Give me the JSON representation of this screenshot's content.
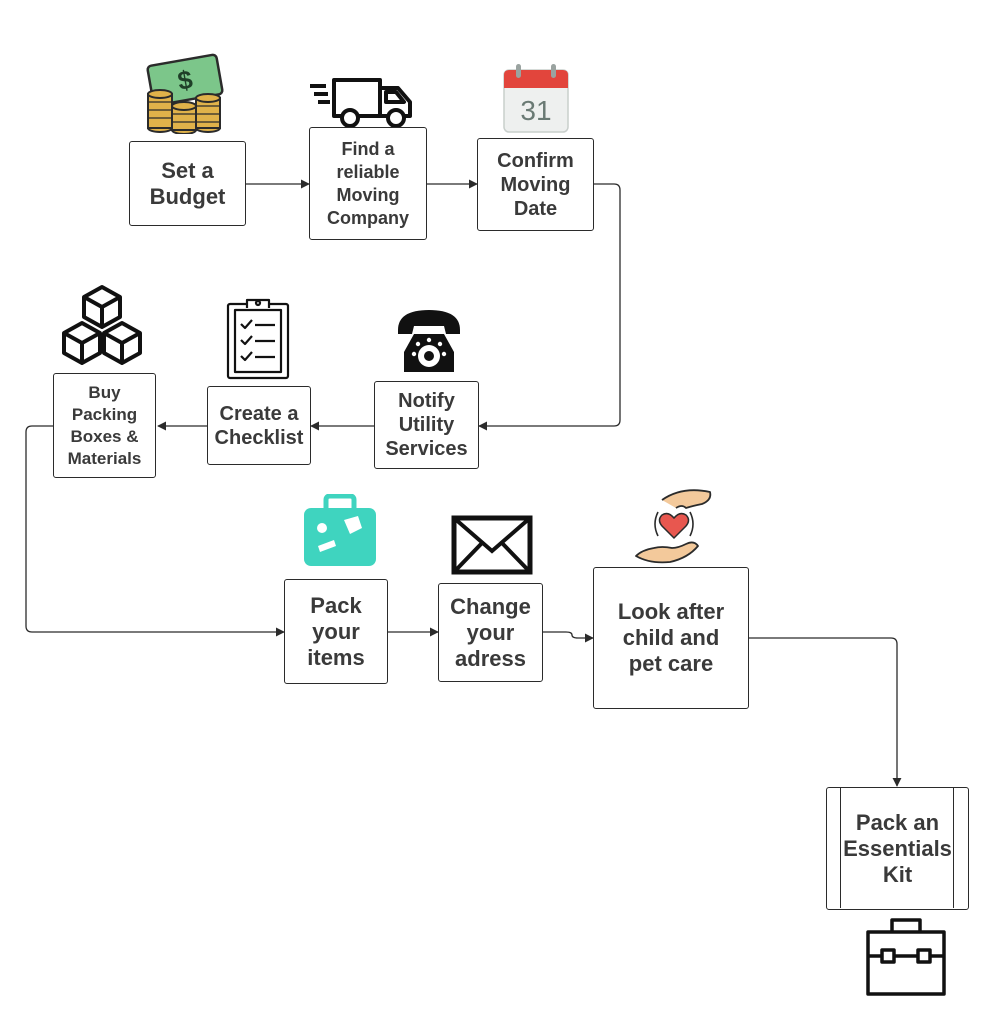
{
  "colors": {
    "stroke": "#2b2b2b",
    "text": "#3a3a3a",
    "calendar_red": "#e2453c",
    "luggage_teal": "#3fd4bf",
    "coin_gold": "#e0b24a",
    "money_green": "#7cc68a",
    "heart_red": "#e8574f",
    "hand_beige": "#f3c99b"
  },
  "icons": [
    "money-coins-icon",
    "moving-truck-icon",
    "calendar-icon",
    "telephone-icon",
    "clipboard-checklist-icon",
    "boxes-icon",
    "luggage-icon",
    "envelope-icon",
    "heart-hands-icon",
    "toolbox-icon"
  ],
  "calendar": {
    "day": "31"
  },
  "steps": [
    {
      "id": "budget",
      "label": "Set a\nBudget"
    },
    {
      "id": "moving-company",
      "label": "Find a\nreliable\nMoving\nCompany"
    },
    {
      "id": "moving-date",
      "label": "Confirm\nMoving\nDate"
    },
    {
      "id": "utility",
      "label": "Notify\nUtility\nServices"
    },
    {
      "id": "checklist",
      "label": "Create a\nChecklist"
    },
    {
      "id": "packing-boxes",
      "label": "Buy\nPacking\nBoxes &\nMaterials"
    },
    {
      "id": "pack-items",
      "label": "Pack\nyour\nitems"
    },
    {
      "id": "change-address",
      "label": "Change\nyour\nadress"
    },
    {
      "id": "child-pet-care",
      "label": "Look after\nchild and\npet care"
    },
    {
      "id": "essentials-kit",
      "label": "Pack an\nEssentials\nKit"
    }
  ]
}
